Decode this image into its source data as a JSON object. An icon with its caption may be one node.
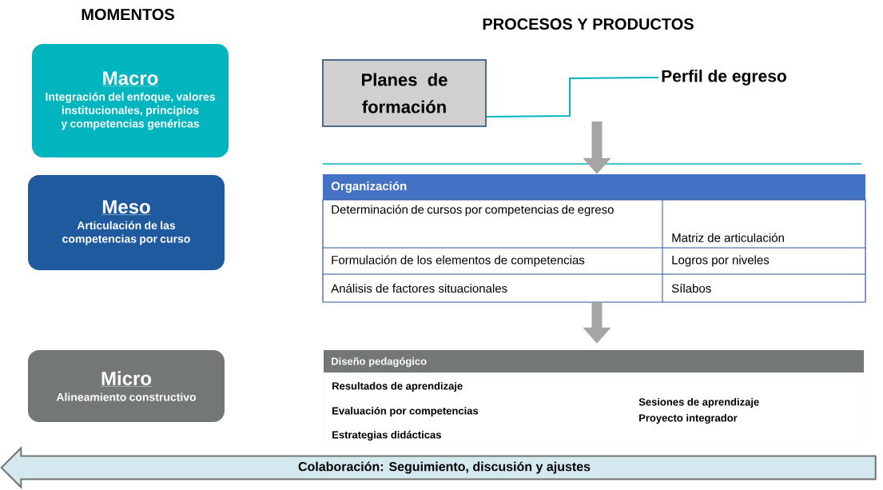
{
  "diagram": {
    "nodes": [
      {
        "text": [
          "Macro",
          "Integración del enfoque, valores institucionales, principios y competencias genéricas"
        ]
      },
      {
        "text": [
          "Meso",
          "Articulación de las competencias por curso"
        ]
      },
      {
        "text": [
          "Micro",
          "Alineamiento constructivo"
        ]
      },
      {
        "text": [
          "Planes de formación"
        ]
      },
      {
        "text": [
          "Perfil de egreso"
        ]
      },
      {
        "text": [
          "Organización"
        ]
      },
      {
        "text": [
          "Diseño pedagógico"
        ]
      },
      {
        "text": [
          "Colaboración: Seguimiento, discusión y ajustes"
        ]
      }
    ],
    "edges": [
      {
        "from": 3,
        "to": 4,
        "arrow": "none",
        "color": "#00b5bd"
      },
      {
        "from": null,
        "to": 5,
        "arrow": "to"
      },
      {
        "from": 5,
        "to": 6,
        "arrow": "to"
      }
    ],
    "labels": [
      "MOMENTOS",
      "PROCESOS Y PRODUCTOS",
      "Determinación de cursos por competencias de egreso",
      "Matriz de articulación",
      "Formulación de los elementos de competencias",
      "Logros por niveles",
      "Análisis de factores situacionales",
      "Sílabos",
      "Resultados de aprendizaje",
      "Evaluación por competencias",
      "Estrategias didácticas",
      "Sesiones de aprendizaje",
      "Proyecto integrador"
    ]
  }
}
